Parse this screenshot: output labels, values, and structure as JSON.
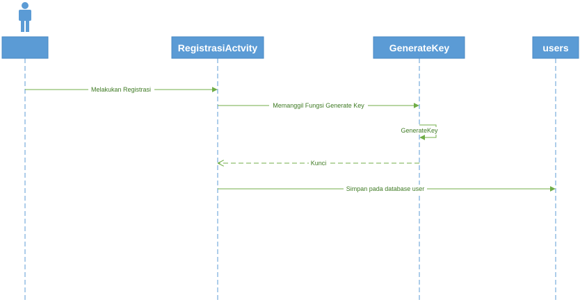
{
  "colors": {
    "box_fill": "#5b9bd5",
    "box_stroke": "#4a89c4",
    "lifeline": "#5b9bd5",
    "message": "#70ad47",
    "message_text": "#3e7a23",
    "actor": "#5b9bd5"
  },
  "participants": [
    {
      "id": "actor",
      "label": "",
      "kind": "actor",
      "icon": "stick-figure-actor-icon"
    },
    {
      "id": "registrasi",
      "label": "RegistrasiActvity",
      "kind": "object"
    },
    {
      "id": "generatekey",
      "label": "GenerateKey",
      "kind": "object"
    },
    {
      "id": "users",
      "label": "users",
      "kind": "object"
    }
  ],
  "messages": [
    {
      "from": "actor",
      "to": "registrasi",
      "label": "Melakukan Registrasi",
      "style": "sync"
    },
    {
      "from": "registrasi",
      "to": "generatekey",
      "label": "Memanggil Fungsi Generate Key",
      "style": "sync"
    },
    {
      "from": "generatekey",
      "to": "generatekey",
      "label": "GenerateKey",
      "style": "self"
    },
    {
      "from": "generatekey",
      "to": "registrasi",
      "label": "Kunci",
      "style": "return"
    },
    {
      "from": "registrasi",
      "to": "users",
      "label": "Simpan pada database user",
      "style": "sync"
    }
  ]
}
